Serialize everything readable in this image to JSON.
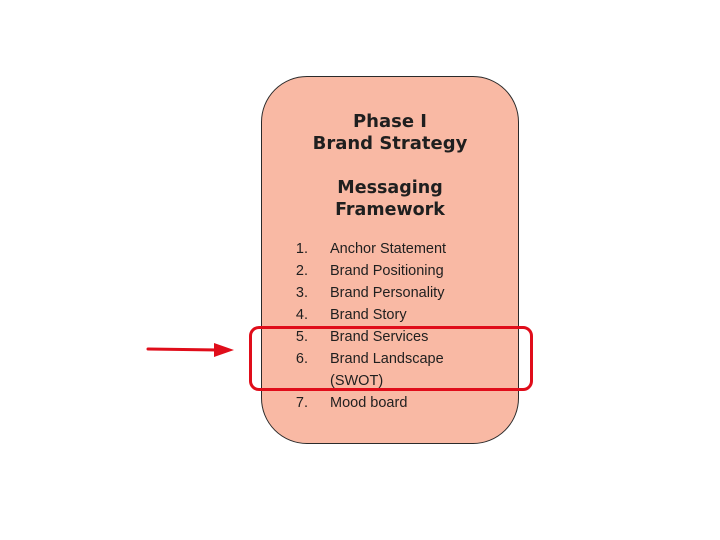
{
  "card": {
    "phase_line1": "Phase I",
    "phase_line2": "Brand Strategy",
    "framework_line1": "Messaging",
    "framework_line2": "Framework",
    "steps": [
      {
        "num": "1.",
        "label": "Anchor Statement"
      },
      {
        "num": "2.",
        "label": "Brand Positioning"
      },
      {
        "num": "3.",
        "label": "Brand Personality"
      },
      {
        "num": "4.",
        "label": "Brand Story"
      },
      {
        "num": "5.",
        "label": "Brand Services"
      },
      {
        "num": "6.",
        "label": "Brand Landscape (SWOT)"
      },
      {
        "num": "7.",
        "label": "Mood board"
      }
    ]
  },
  "colors": {
    "card_fill": "#f9b9a4",
    "highlight": "#e00d1a"
  }
}
